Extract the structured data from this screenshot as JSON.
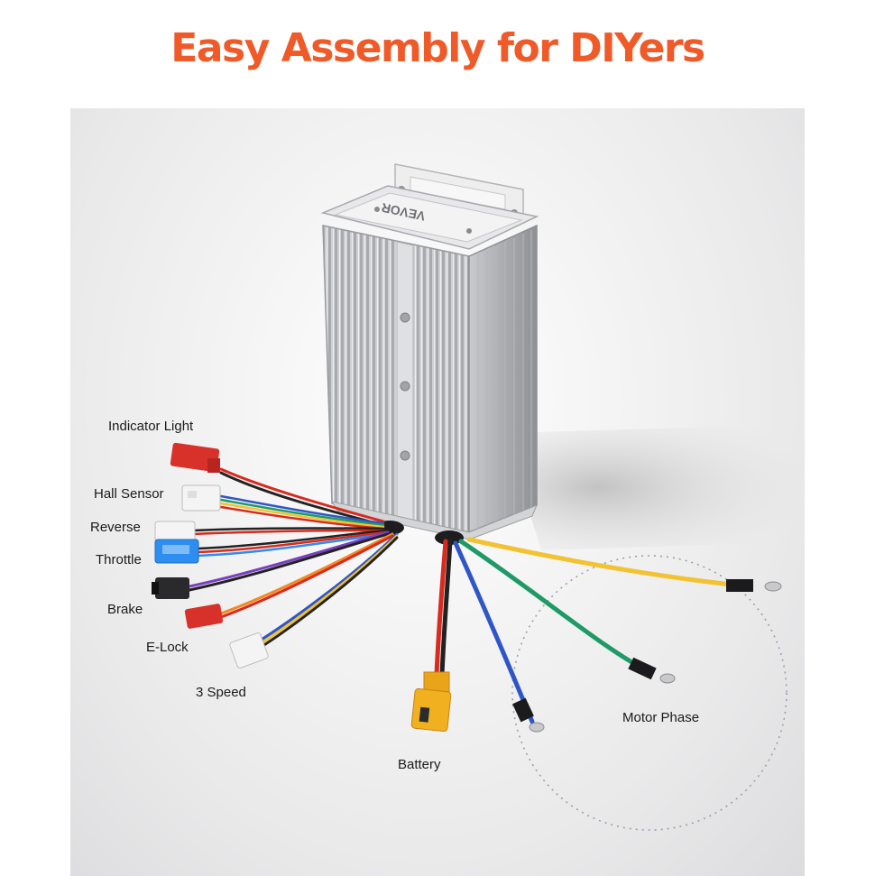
{
  "title": "Easy Assembly for DIYers",
  "brand_text": "VEVOR",
  "labels": {
    "indicator_light": "Indicator Light",
    "hall_sensor": "Hall Sensor",
    "reverse": "Reverse",
    "throttle": "Throttle",
    "brake": "Brake",
    "e_lock": "E-Lock",
    "three_speed": "3 Speed",
    "battery": "Battery",
    "motor_phase": "Motor Phase"
  },
  "colors": {
    "title": "#f05a28",
    "wire_red": "#d82a1e",
    "wire_black": "#222222",
    "wire_blue": "#2f56c7",
    "wire_yellow": "#f2c230",
    "wire_green": "#1e9a66",
    "wire_purple": "#7a3fc0",
    "wire_orange": "#f08a24",
    "connector_blue": "#2e8df0",
    "connector_battery": "#f0b020"
  }
}
